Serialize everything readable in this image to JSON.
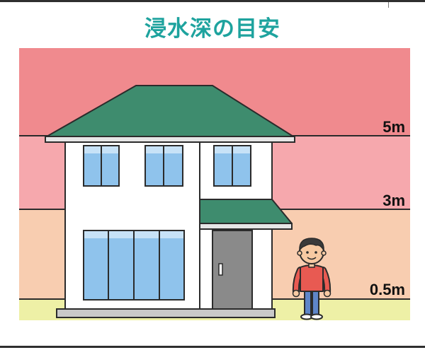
{
  "title": "浸水深の目安",
  "levels": [
    {
      "label": "5m"
    },
    {
      "label": "3m"
    },
    {
      "label": "0.5m"
    }
  ],
  "colors": {
    "title": "#1ea39e",
    "band_top": "#f08a8e",
    "band_middle": "#f6a8ad",
    "band_low": "#f8cdb0",
    "ground": "#eef0a6",
    "roof": "#3e8c6e",
    "wall": "#ffffff",
    "window": "#8fc3ec",
    "door": "#8a8a8a",
    "person_shirt": "#e85a52",
    "person_pants": "#5e86c9"
  },
  "icons": [
    "house-icon",
    "person-icon"
  ]
}
